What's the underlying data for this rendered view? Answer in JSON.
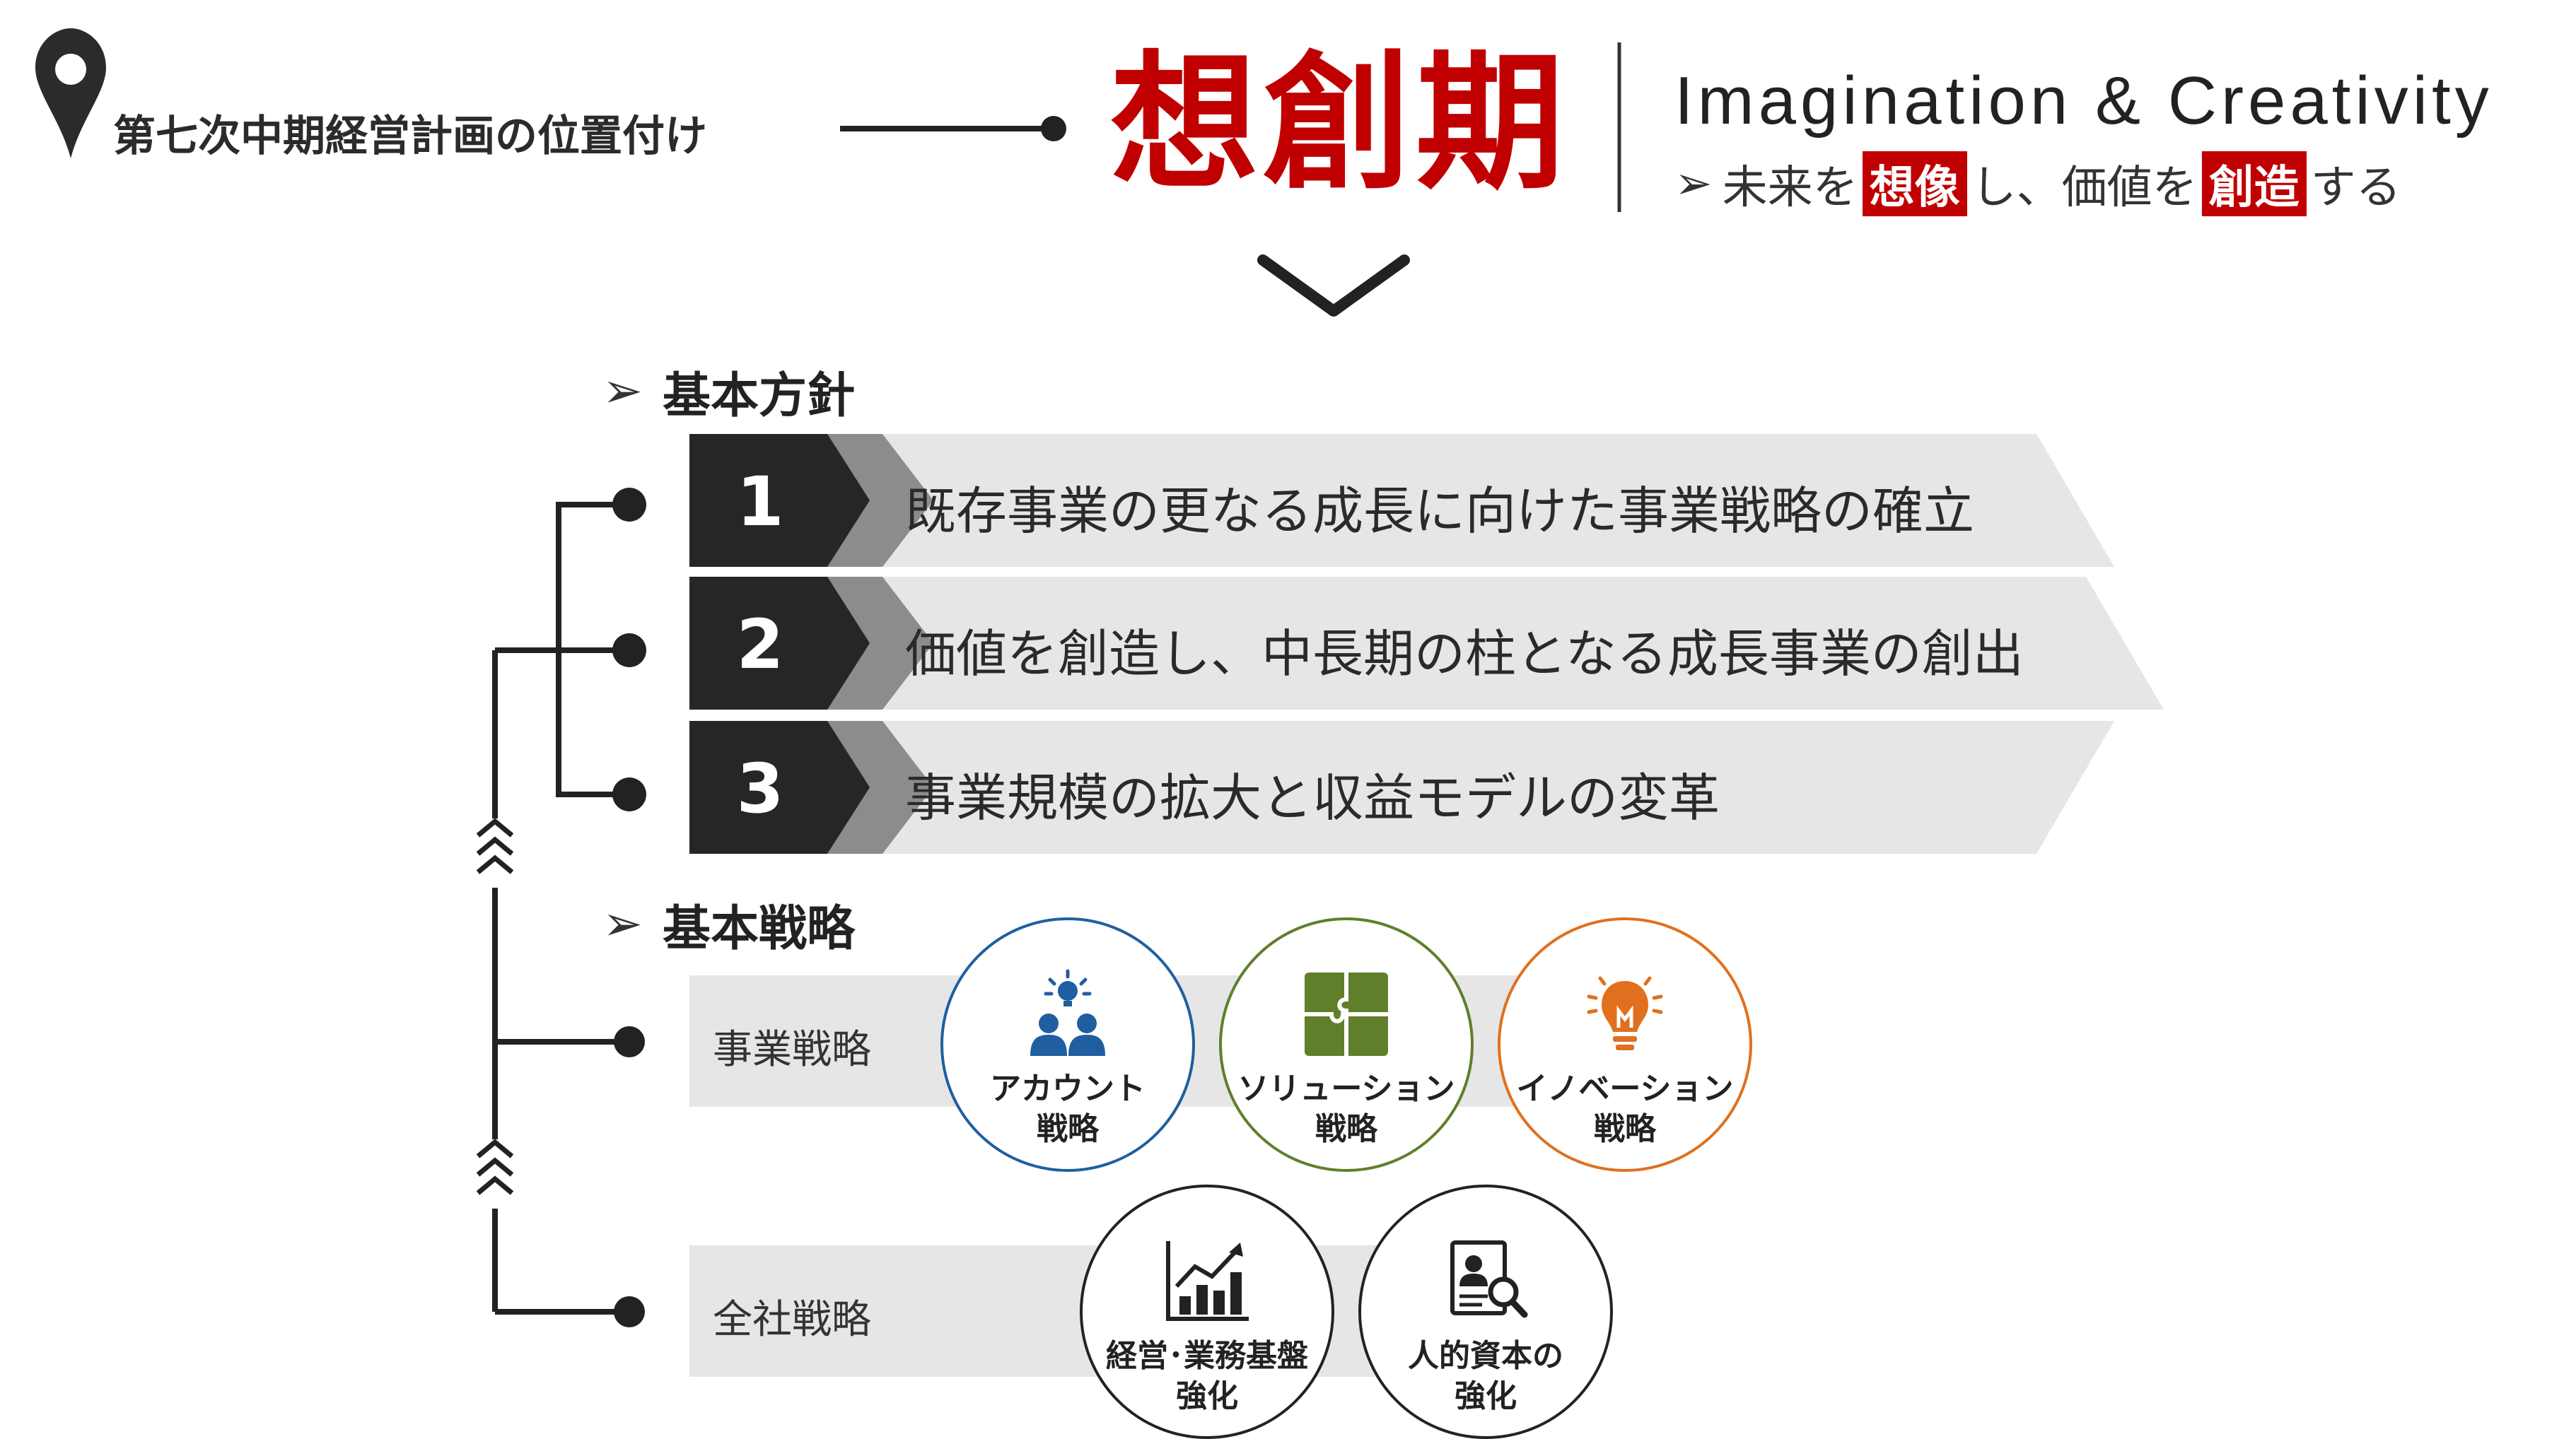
{
  "header": {
    "position_label": "第七次中期経営計画の位置付け",
    "title": "想創期",
    "subtitle_en": "Imagination & Creativity",
    "tagline": {
      "arrow": "➢",
      "p1": "未来を",
      "h1": "想像",
      "p2": "し、価値を",
      "h2": "創造",
      "p3": "する"
    }
  },
  "basic_policy": {
    "heading": "基本方針",
    "items": [
      {
        "num": "1",
        "text": "既存事業の更なる成長に向けた事業戦略の確立"
      },
      {
        "num": "2",
        "text": "価値を創造し、中長期の柱となる成長事業の創出"
      },
      {
        "num": "3",
        "text": "事業規模の拡大と収益モデルの変革"
      }
    ]
  },
  "basic_strategy": {
    "heading": "基本戦略",
    "business": {
      "label": "事業戦略",
      "items": [
        {
          "line1": "アカウント",
          "line2": "戦略",
          "icon": "team-lightbulb-icon",
          "color": "#1f5fa0"
        },
        {
          "line1": "ソリューション",
          "line2": "戦略",
          "icon": "puzzle-icon",
          "color": "#5f7f2a"
        },
        {
          "line1": "イノベーション",
          "line2": "戦略",
          "icon": "lightbulb-icon",
          "color": "#e0701e"
        }
      ]
    },
    "corporate": {
      "label": "全社戦略",
      "items": [
        {
          "line1": "経営･業務基盤",
          "line2": "強化",
          "icon": "growth-chart-icon",
          "color": "#222222"
        },
        {
          "line1": "人的資本の",
          "line2": "強化",
          "icon": "profile-search-icon",
          "color": "#222222"
        }
      ]
    }
  },
  "colors": {
    "accent_red": "#c00000",
    "dark_box": "#262626",
    "band_gray": "#e6e6e6"
  }
}
